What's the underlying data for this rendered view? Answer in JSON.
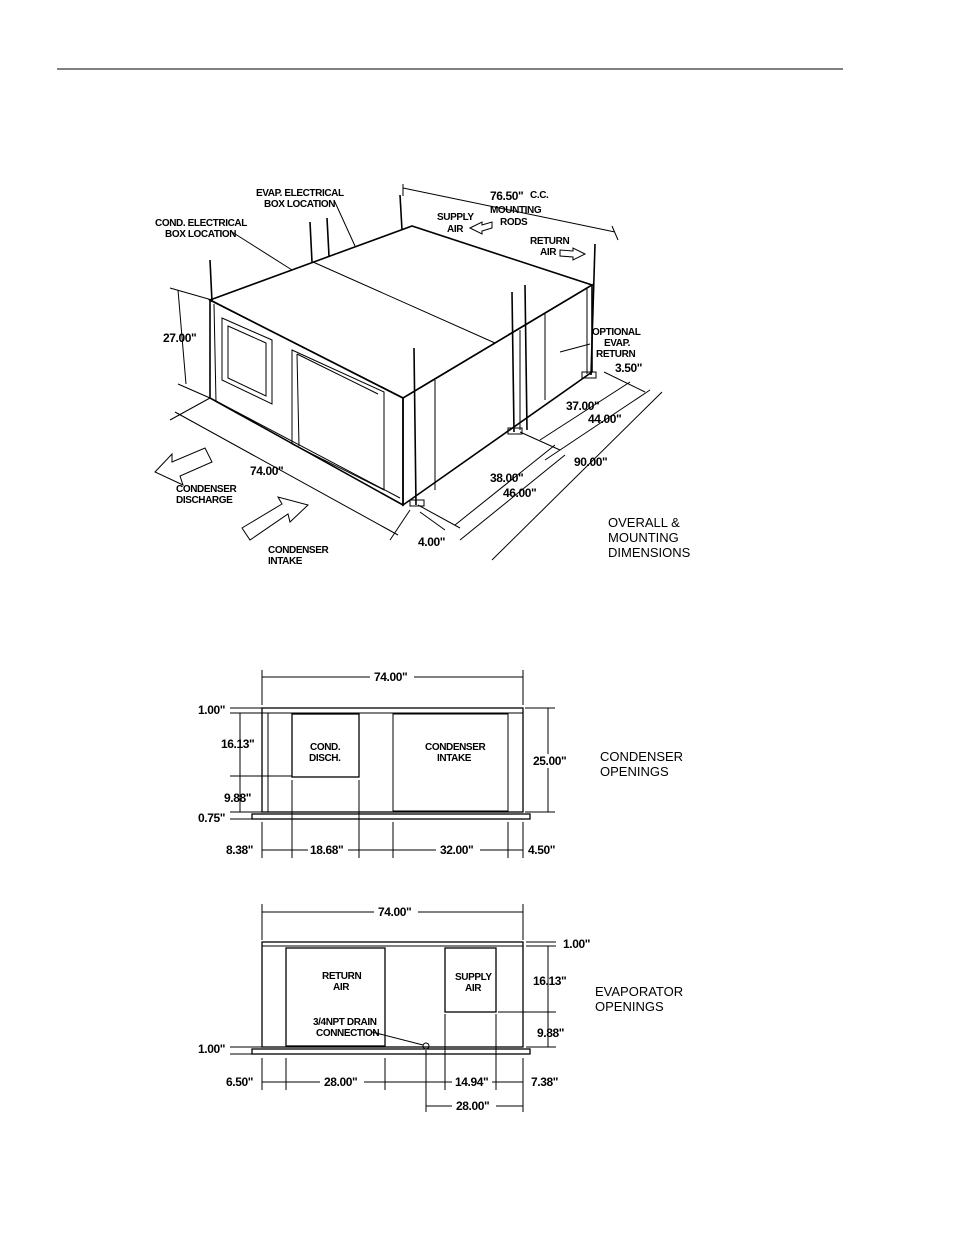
{
  "isometric": {
    "labels": {
      "evap_box_1": "EVAP. ELECTRICAL",
      "evap_box_2": "BOX LOCATION",
      "cond_box_1": "COND. ELECTRICAL",
      "cond_box_2": "BOX LOCATION",
      "cc_dim": "76.50\"",
      "cc_1": "C.C.",
      "cc_2": "MOUNTING",
      "cc_3": "RODS",
      "supply_1": "SUPPLY",
      "supply_2": "AIR",
      "return_1": "RETURN",
      "return_2": "AIR",
      "optional_1": "OPTIONAL",
      "optional_2": "EVAP.",
      "optional_3": "RETURN",
      "height": "27.00\"",
      "d350": "3.50\"",
      "d3700": "37.00\"",
      "d4400": "44.00\"",
      "d9000": "90.00\"",
      "d3800": "38.00\"",
      "d4600": "46.00\"",
      "d400": "4.00\"",
      "d7400": "74.00\"",
      "cond_dis_1": "CONDENSER",
      "cond_dis_2": "DISCHARGE",
      "cond_in_1": "CONDENSER",
      "cond_in_2": "INTAKE",
      "title_1": "OVERALL &",
      "title_2": "MOUNTING",
      "title_3": "DIMENSIONS"
    }
  },
  "condenser": {
    "top_dim": "74.00\"",
    "d100": "1.00\"",
    "d1613": "16.13\"",
    "d988": "9.88\"",
    "d075": "0.75\"",
    "d2500": "25.00\"",
    "disch_1": "COND.",
    "disch_2": "DISCH.",
    "intake_1": "CONDENSER",
    "intake_2": "INTAKE",
    "b838": "8.38\"",
    "b1868": "18.68\"",
    "b3200": "32.00\"",
    "b450": "4.50\"",
    "title_1": "CONDENSER",
    "title_2": "OPENINGS"
  },
  "evaporator": {
    "top_dim": "74.00\"",
    "d100_r": "1.00\"",
    "d1613": "16.13\"",
    "d988": "9.88\"",
    "d100_l": "1.00\"",
    "return_1": "RETURN",
    "return_2": "AIR",
    "supply_1": "SUPPLY",
    "supply_2": "AIR",
    "drain_1": "3/4NPT DRAIN",
    "drain_2": "CONNECTION",
    "b650": "6.50\"",
    "b2800": "28.00\"",
    "b1494": "14.94\"",
    "b738": "7.38\"",
    "b2800_2": "28.00\"",
    "title_1": "EVAPORATOR",
    "title_2": "OPENINGS"
  }
}
